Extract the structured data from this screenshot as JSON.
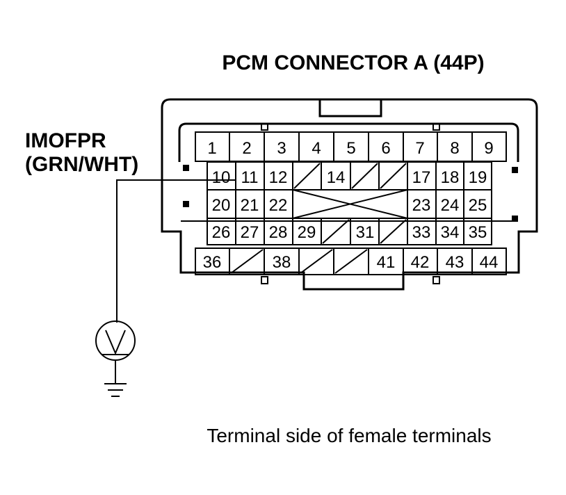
{
  "title": "PCM CONNECTOR A (44P)",
  "signal": {
    "name": "IMOFPR",
    "wire_color": "(GRN/WHT)"
  },
  "caption": "Terminal side of female terminals",
  "pin_labels": {
    "p1": "1",
    "p2": "2",
    "p3": "3",
    "p4": "4",
    "p5": "5",
    "p6": "6",
    "p7": "7",
    "p8": "8",
    "p9": "9",
    "p10": "10",
    "p11": "11",
    "p12": "12",
    "p14": "14",
    "p17": "17",
    "p18": "18",
    "p19": "19",
    "p20": "20",
    "p21": "21",
    "p22": "22",
    "p23": "23",
    "p24": "24",
    "p25": "25",
    "p26": "26",
    "p27": "27",
    "p28": "28",
    "p29": "29",
    "p31": "31",
    "p33": "33",
    "p34": "34",
    "p35": "35",
    "p36": "36",
    "p38": "38",
    "p41": "41",
    "p42": "42",
    "p43": "43",
    "p44": "44"
  },
  "icons": {
    "meter": "voltmeter-icon",
    "ground": "ground-icon"
  }
}
